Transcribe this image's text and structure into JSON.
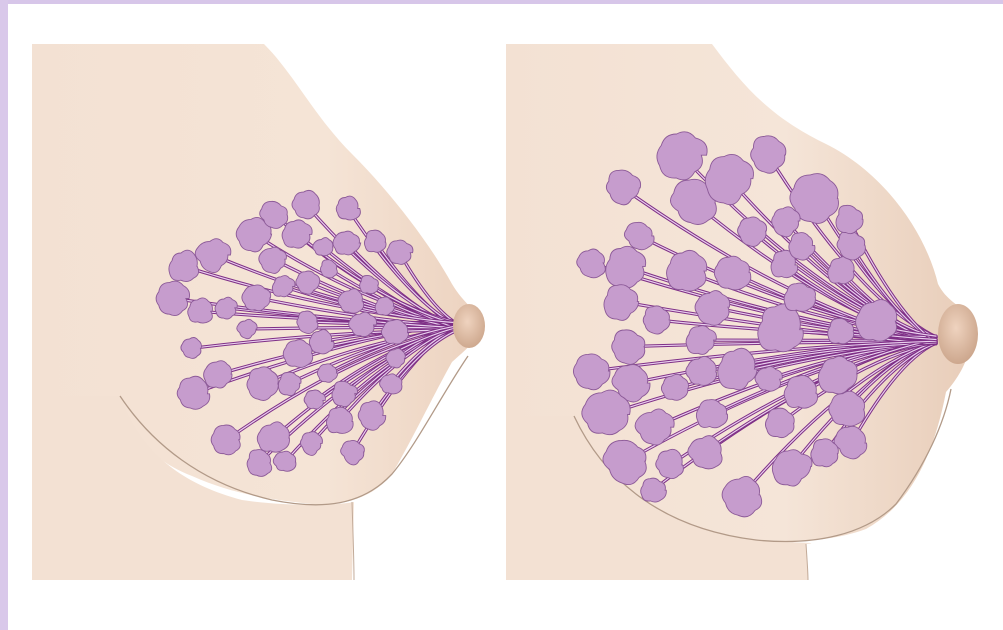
{
  "figure": {
    "panels": [
      {
        "id": "left",
        "lobule_count": 46
      },
      {
        "id": "right",
        "lobule_count": 48
      }
    ],
    "colors": {
      "frame": "#d8c7ea",
      "skin": "#f4e2d4",
      "skin_shadow": "#e8cdb9",
      "outline": "#b29a88",
      "lobule_fill": "#c69ccd",
      "lobule_stroke": "#8c5a98",
      "duct": "#7e2f86",
      "nipple": "#d9b39a"
    }
  }
}
